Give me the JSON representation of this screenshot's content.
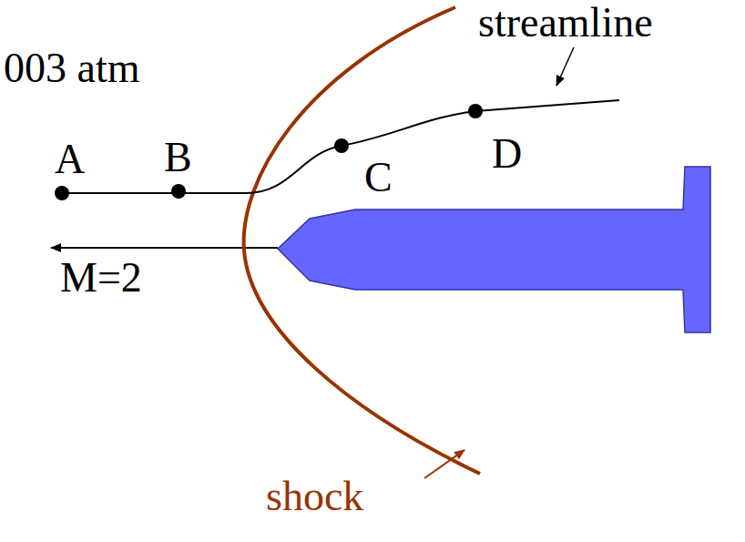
{
  "diagram": {
    "labels": [
      "003 atm",
      "streamline",
      "A",
      "B",
      "C",
      "D",
      "M=2",
      "shock"
    ]
  }
}
